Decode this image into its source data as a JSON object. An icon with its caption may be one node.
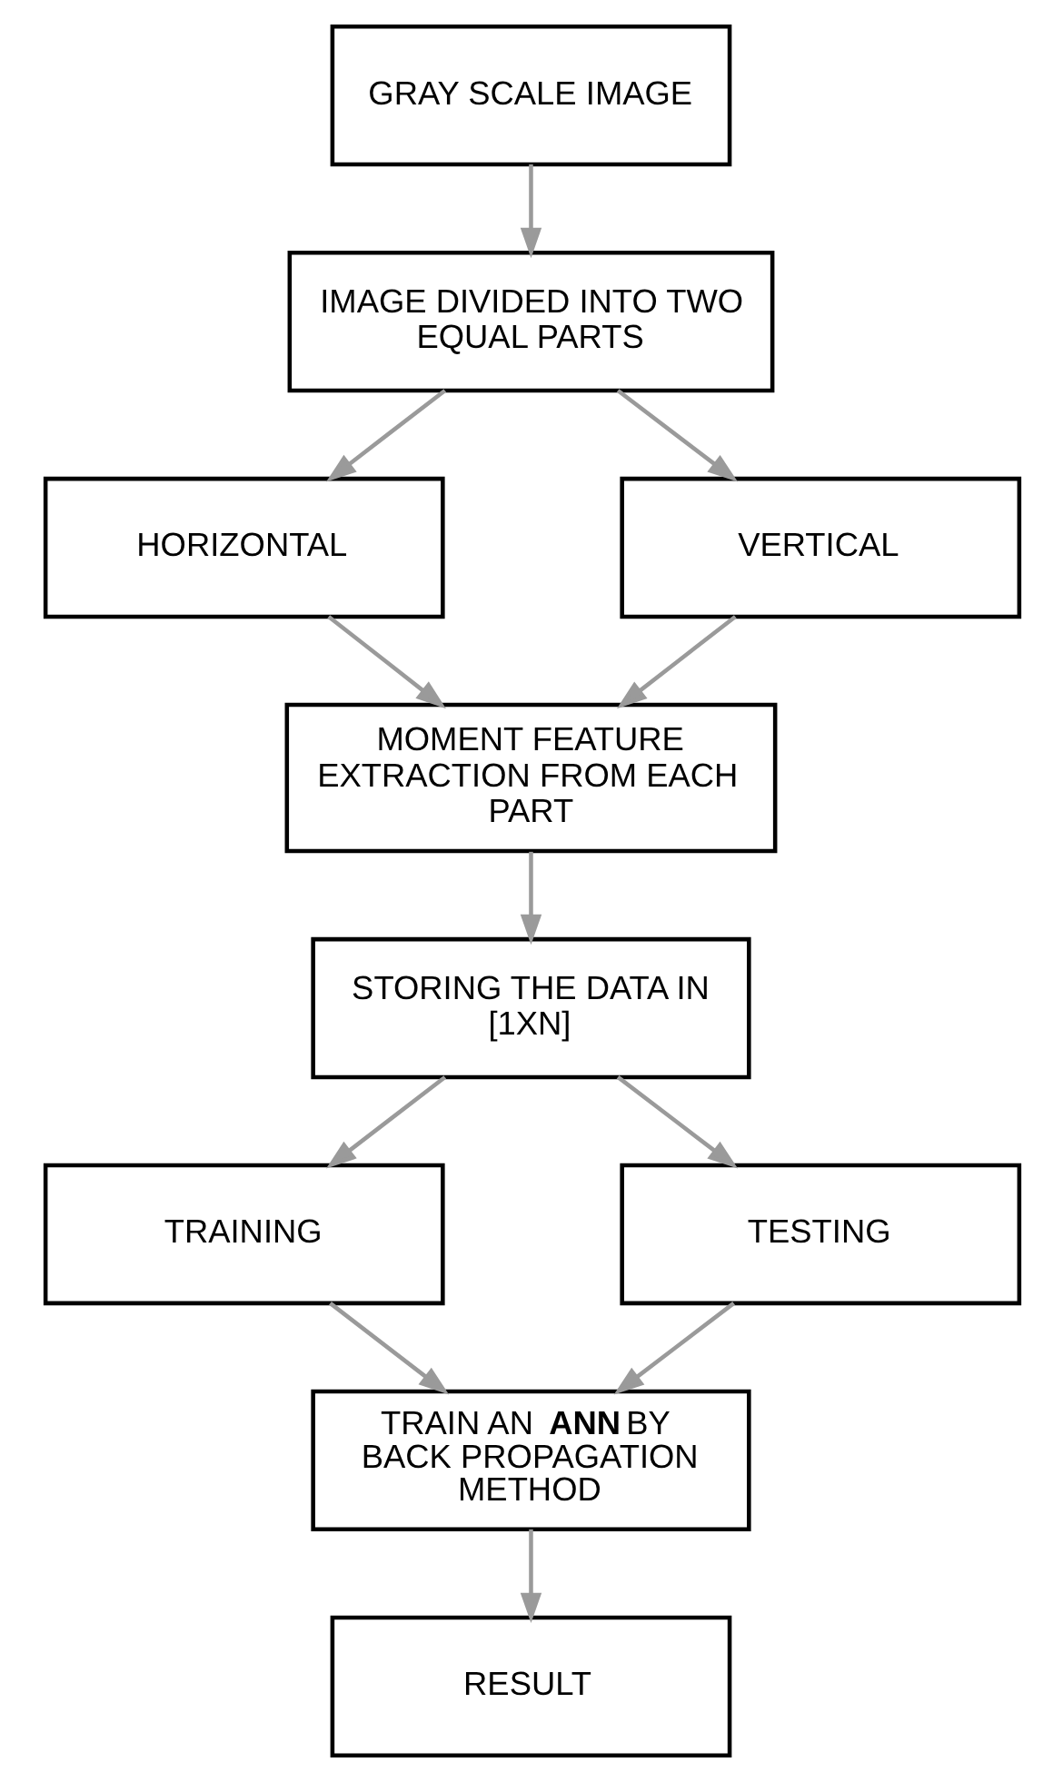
{
  "diagram": {
    "nodes": [
      {
        "text": [
          "GRAY SCALE IMAGE"
        ]
      },
      {
        "text": [
          "IMAGE DIVIDED INTO TWO EQUAL PARTS"
        ]
      },
      {
        "text": [
          "HORIZONTAL"
        ]
      },
      {
        "text": [
          "VERTICAL"
        ]
      },
      {
        "text": [
          "MOMENT FEATURE EXTRACTION FROM EACH PART"
        ]
      },
      {
        "text": [
          "STORING THE DATA IN [1XN]"
        ]
      },
      {
        "text": [
          "TRAINING"
        ]
      },
      {
        "text": [
          "TESTING"
        ]
      },
      {
        "text": [
          "TRAIN AN **ANN** BY BACK PROPAGATION METHOD"
        ]
      },
      {
        "text": [
          "RESULT"
        ]
      }
    ],
    "edges": [
      {
        "from": 0,
        "to": 1,
        "arrow": "to"
      },
      {
        "from": 1,
        "to": 2,
        "arrow": "to"
      },
      {
        "from": 1,
        "to": 3,
        "arrow": "to"
      },
      {
        "from": 2,
        "to": 4,
        "arrow": "to"
      },
      {
        "from": 3,
        "to": 4,
        "arrow": "to"
      },
      {
        "from": 4,
        "to": 5,
        "arrow": "to"
      },
      {
        "from": 5,
        "to": 6,
        "arrow": "to"
      },
      {
        "from": 5,
        "to": 7,
        "arrow": "to"
      },
      {
        "from": 6,
        "to": 8,
        "arrow": "to"
      },
      {
        "from": 7,
        "to": 8,
        "arrow": "to"
      },
      {
        "from": 8,
        "to": 9,
        "arrow": "to"
      }
    ]
  }
}
